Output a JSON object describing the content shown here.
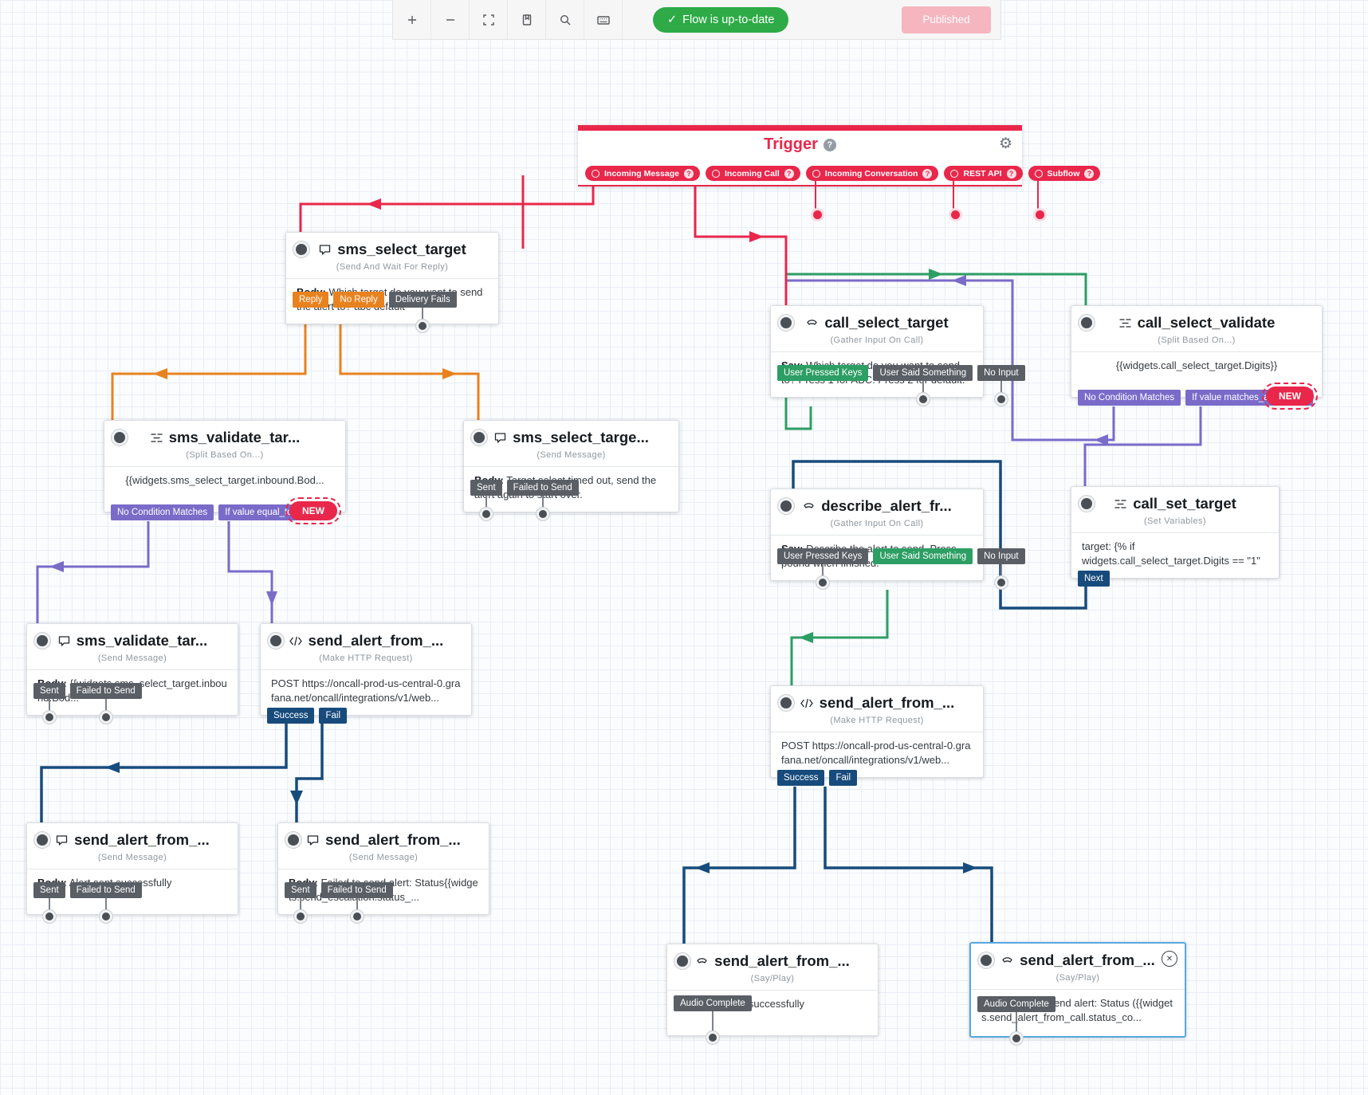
{
  "toolbar": {
    "status": "Flow is up-to-date",
    "published": "Published"
  },
  "icons": {
    "gear": "⚙",
    "help": "?",
    "check": "✓",
    "close": "✕"
  },
  "colors": {
    "red": "#e8274b",
    "orange": "#e8821e",
    "gray": "#5a5f66",
    "green": "#2d9e64",
    "purple": "#7a6bc9",
    "navy": "#174b7c",
    "selected_border": "#58a8de",
    "status_green": "#2eab47",
    "published_pink": "#f5b6c0"
  },
  "trigger": {
    "title": "Trigger",
    "pills": [
      {
        "label": "Incoming Message"
      },
      {
        "label": "Incoming Call"
      },
      {
        "label": "Incoming Conversation"
      },
      {
        "label": "REST API"
      },
      {
        "label": "Subflow"
      }
    ]
  },
  "widgets": [
    {
      "name": "sms_select_target",
      "type_label": "(Send And Wait For Reply)",
      "body_label": "Body:",
      "body": "Which target do you want to send the alert to? abc default",
      "tags": [
        {
          "label": "Reply"
        },
        {
          "label": "No Reply"
        },
        {
          "label": "Delivery Fails"
        }
      ]
    },
    {
      "name": "sms_validate_tar...",
      "type_label": "(Split Based On...)",
      "body_label": "",
      "body": "{{widgets.sms_select_target.inbound.Bod...",
      "badge": "NEW",
      "tags": [
        {
          "label": "No Condition Matches"
        },
        {
          "label": "If value equal_to abc"
        }
      ]
    },
    {
      "name": "sms_select_targe...",
      "type_label": "(Send Message)",
      "body_label": "Body:",
      "body": "Target select timed out, send the alert again to start over.",
      "tags": [
        {
          "label": "Sent"
        },
        {
          "label": "Failed to Send"
        }
      ]
    },
    {
      "name": "call_select_target",
      "type_label": "(Gather Input On Call)",
      "body_label": "Say:",
      "body": "Which target do you want to send to? Press 1 for ABC. Press 2 for default.",
      "tags": [
        {
          "label": "User Pressed Keys"
        },
        {
          "label": "User Said Something"
        },
        {
          "label": "No Input"
        }
      ]
    },
    {
      "name": "call_select_validate",
      "type_label": "(Split Based On...)",
      "body_label": "",
      "body": "{{widgets.call_select_target.Digits}}",
      "badge": "NEW",
      "tags": [
        {
          "label": "No Condition Matches"
        },
        {
          "label": "If value matches_any_of 1,2"
        }
      ]
    },
    {
      "name": "call_set_target",
      "type_label": "(Set Variables)",
      "body_label": "",
      "body": "target: {% if widgets.call_select_target.Digits == \"1\"",
      "tags": [
        {
          "label": "Next"
        }
      ]
    },
    {
      "name": "describe_alert_fr...",
      "type_label": "(Gather Input On Call)",
      "body_label": "Say:",
      "body": "Describe the alert to send. Press pound when finished.",
      "tags": [
        {
          "label": "User Pressed Keys"
        },
        {
          "label": "User Said Something"
        },
        {
          "label": "No Input"
        }
      ]
    },
    {
      "name": "send_alert_from_...",
      "type_label": "(Make HTTP Request)",
      "body_label": "",
      "body": "POST https://oncall-prod-us-central-0.grafana.net/oncall/integrations/v1/web...",
      "tags": [
        {
          "label": "Success"
        },
        {
          "label": "Fail"
        }
      ]
    },
    {
      "name": "sms_validate_tar...",
      "type_label": "(Send Message)",
      "body_label": "Body:",
      "body": "{{widgets.sms_select_target.inbound.Bod...",
      "tags": [
        {
          "label": "Sent"
        },
        {
          "label": "Failed to Send"
        }
      ]
    },
    {
      "name": "send_alert_from_...",
      "type_label": "(Make HTTP Request)",
      "body_label": "",
      "body": "POST https://oncall-prod-us-central-0.grafana.net/oncall/integrations/v1/web...",
      "tags": [
        {
          "label": "Success"
        },
        {
          "label": "Fail"
        }
      ]
    },
    {
      "name": "send_alert_from_...",
      "type_label": "(Send Message)",
      "body_label": "Body:",
      "body": "Alert sent successfully",
      "tags": [
        {
          "label": "Sent"
        },
        {
          "label": "Failed to Send"
        }
      ]
    },
    {
      "name": "send_alert_from_...",
      "type_label": "(Send Message)",
      "body_label": "Body:",
      "body": "Failed to send alert: Status{{widgets.send_escalation.status_...",
      "tags": [
        {
          "label": "Sent"
        },
        {
          "label": "Failed to Send"
        }
      ]
    },
    {
      "name": "send_alert_from_...",
      "type_label": "(Say/Play)",
      "body_label": "Say:",
      "body": "Alert sent successfully",
      "tags": [
        {
          "label": "Audio Complete"
        }
      ]
    },
    {
      "name": "send_alert_from_...",
      "type_label": "(Say/Play)",
      "body_label": "Say:",
      "body": "Failed to send alert: Status ({{widgets.send_alert_from_call.status_co...",
      "tags": [
        {
          "label": "Audio Complete"
        }
      ]
    }
  ]
}
